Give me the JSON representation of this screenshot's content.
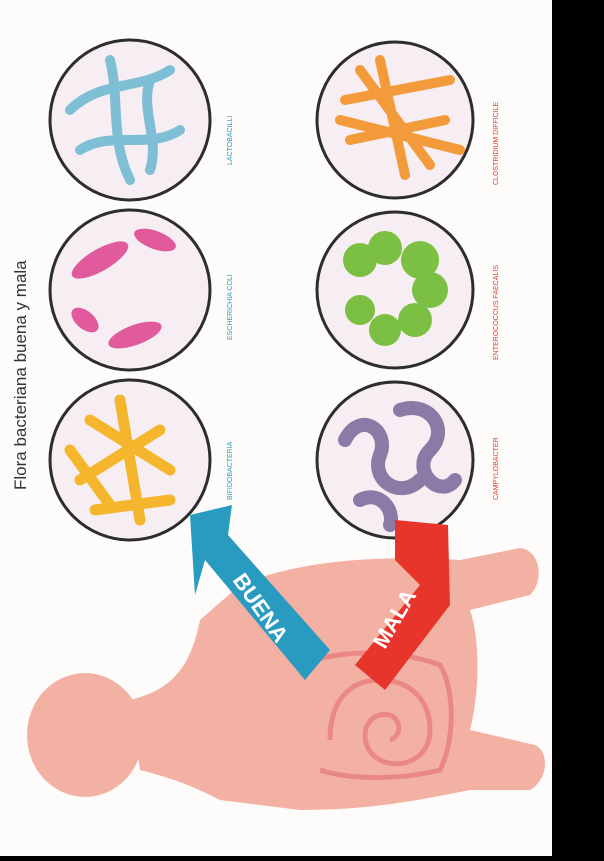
{
  "diagram": {
    "title": "Flora bacteriana buena y mala",
    "arrows": {
      "good": {
        "label": "BUENA",
        "color": "#2a9bc0"
      },
      "bad": {
        "label": "MALA",
        "color": "#e8352b"
      }
    },
    "good_bacteria": [
      {
        "name": "BIFIDOBACTERIA",
        "color": "#f5b62e"
      },
      {
        "name": "ESCHERICHIA COLI",
        "color": "#e05a9c"
      },
      {
        "name": "LACTOBACILLI",
        "color": "#7fbfd6"
      }
    ],
    "bad_bacteria": [
      {
        "name": "CAMPYLOBACTER",
        "color": "#8b7aa6"
      },
      {
        "name": "ENTEROCOCCUS FAECALIS",
        "color": "#7cc043"
      },
      {
        "name": "CLOSTRIDIUM DIFFICILE",
        "color": "#f39a3a"
      }
    ],
    "colors": {
      "panel": "#fdfcfb",
      "circle_fill": "#f6eef2",
      "body": "#f2a99a"
    }
  }
}
